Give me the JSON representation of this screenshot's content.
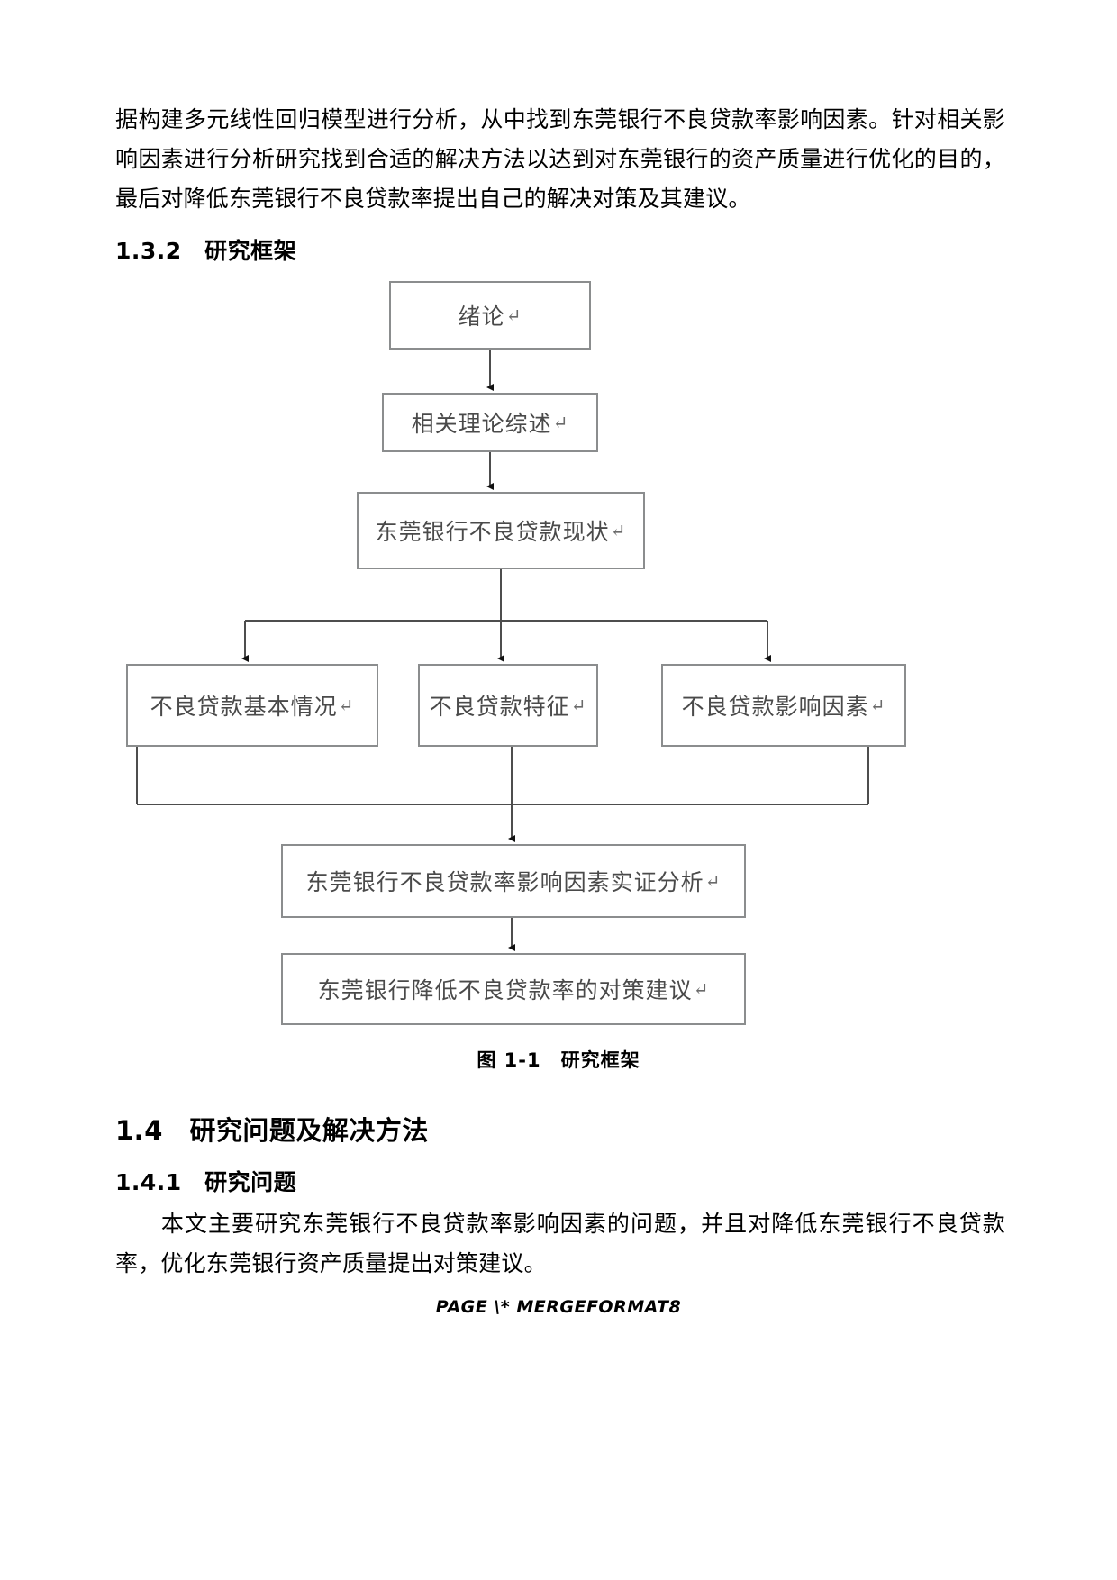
{
  "document": {
    "paragraph_top": "据构建多元线性回归模型进行分析，从中找到东莞银行不良贷款率影响因素。针对相关影响因素进行分析研究找到合适的解决方法以达到对东莞银行的资产质量进行优化的目的，最后对降低东莞银行不良贷款率提出自己的解决对策及其建议。",
    "heading_132": "1.3.2　研究框架",
    "heading_14": "1.4　研究问题及解决方法",
    "heading_141": "1.4.1　研究问题",
    "paragraph_bottom": "本文主要研究东莞银行不良贷款率影响因素的问题，并且对降低东莞银行不良贷款率，优化东莞银行资产质量提出对策建议。",
    "figure_caption": "图 1-1　研究框架",
    "footer": "PAGE  \\* MERGEFORMAT8"
  },
  "chart_data": {
    "type": "diagram",
    "title": "图 1-1　研究框架",
    "nodes": [
      {
        "id": "intro",
        "label": "绪论",
        "mark": "↵"
      },
      {
        "id": "theory",
        "label": "相关理论综述",
        "mark": "↵"
      },
      {
        "id": "status",
        "label": "东莞银行不良贷款现状",
        "mark": "↵"
      },
      {
        "id": "basic",
        "label": "不良贷款基本情况",
        "mark": "↵"
      },
      {
        "id": "feature",
        "label": "不良贷款特征",
        "mark": "↵"
      },
      {
        "id": "factors",
        "label": "不良贷款影响因素",
        "mark": "↵"
      },
      {
        "id": "empirical",
        "label": "东莞银行不良贷款率影响因素实证分析",
        "mark": "↵"
      },
      {
        "id": "advice",
        "label": "东莞银行降低不良贷款率的对策建议",
        "mark": "↵"
      }
    ],
    "edges": [
      {
        "from": "intro",
        "to": "theory"
      },
      {
        "from": "theory",
        "to": "status"
      },
      {
        "from": "status",
        "to": "basic"
      },
      {
        "from": "status",
        "to": "feature"
      },
      {
        "from": "status",
        "to": "factors"
      },
      {
        "from": "basic",
        "to": "empirical"
      },
      {
        "from": "feature",
        "to": "empirical"
      },
      {
        "from": "factors",
        "to": "empirical"
      },
      {
        "from": "empirical",
        "to": "advice"
      }
    ],
    "colors": {
      "node_border": "#8b8d8e",
      "node_text": "#4a4a4a",
      "connector": "#4d4d4d",
      "page_background": "#ffffff"
    }
  }
}
